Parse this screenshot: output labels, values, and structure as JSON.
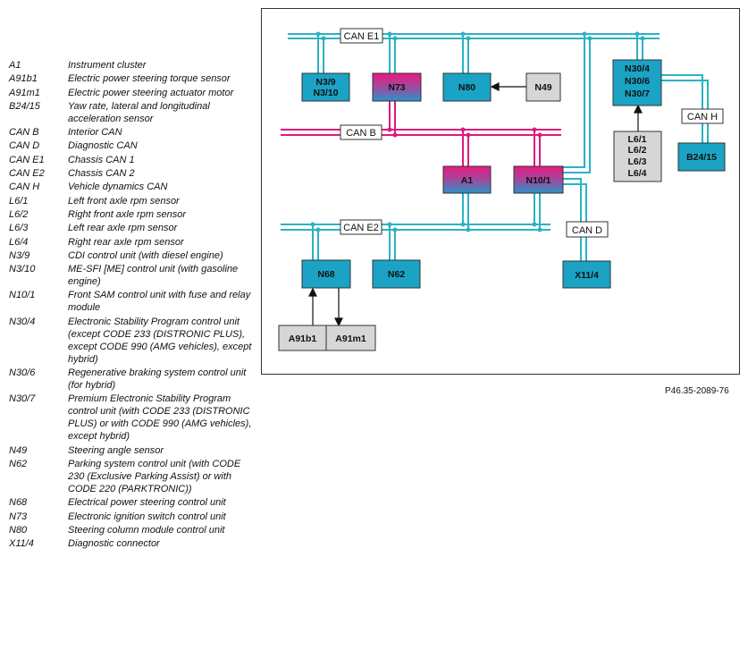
{
  "legend": [
    {
      "code": "A1",
      "desc": "Instrument cluster"
    },
    {
      "code": "A91b1",
      "desc": "Electric power steering torque sensor"
    },
    {
      "code": "A91m1",
      "desc": "Electric power steering actuator motor"
    },
    {
      "code": "B24/15",
      "desc": "Yaw rate, lateral and longitudinal acceleration sensor"
    },
    {
      "code": "CAN B",
      "desc": "Interior CAN"
    },
    {
      "code": "CAN D",
      "desc": "Diagnostic CAN"
    },
    {
      "code": "CAN E1",
      "desc": "Chassis CAN 1"
    },
    {
      "code": "CAN E2",
      "desc": "Chassis CAN 2"
    },
    {
      "code": "CAN H",
      "desc": "Vehicle dynamics CAN"
    },
    {
      "code": "L6/1",
      "desc": "Left front axle rpm sensor"
    },
    {
      "code": "L6/2",
      "desc": "Right front axle rpm sensor"
    },
    {
      "code": "L6/3",
      "desc": "Left rear axle rpm sensor"
    },
    {
      "code": "L6/4",
      "desc": "Right rear axle rpm sensor"
    },
    {
      "code": "N3/9",
      "desc": "CDI control unit (with diesel engine)"
    },
    {
      "code": "N3/10",
      "desc": "ME-SFI [ME] control unit (with gasoline engine)"
    },
    {
      "code": "N10/1",
      "desc": "Front SAM control unit with fuse and relay module"
    },
    {
      "code": "N30/4",
      "desc": "Electronic Stability Program control unit (except CODE 233 (DISTRONIC PLUS), except CODE 990 (AMG vehicles), except hybrid)"
    },
    {
      "code": "N30/6",
      "desc": "Regenerative braking system control unit (for hybrid)"
    },
    {
      "code": "N30/7",
      "desc": "Premium Electronic Stability Program control unit (with CODE 233 (DISTRONIC PLUS) or with CODE 990 (AMG vehicles), except hybrid)"
    },
    {
      "code": "N49",
      "desc": "Steering angle sensor"
    },
    {
      "code": "N62",
      "desc": "Parking system control unit (with CODE 230 (Exclusive Parking Assist) or with CODE 220 (PARKTRONIC))"
    },
    {
      "code": "N68",
      "desc": "Electrical power steering control unit"
    },
    {
      "code": "N73",
      "desc": "Electronic ignition switch control unit"
    },
    {
      "code": "N80",
      "desc": "Steering column module control unit"
    },
    {
      "code": "X11/4",
      "desc": "Diagnostic connector"
    }
  ],
  "diagram": {
    "bus_labels": {
      "can_e1": "CAN E1",
      "can_b": "CAN B",
      "can_e2": "CAN E2",
      "can_d": "CAN D",
      "can_h": "CAN H"
    },
    "boxes": {
      "n39": [
        "N3/9",
        "N3/10"
      ],
      "n73": [
        "N73"
      ],
      "n80": [
        "N80"
      ],
      "n49": [
        "N49"
      ],
      "n30": [
        "N30/4",
        "N30/6",
        "N30/7"
      ],
      "l6": [
        "L6/1",
        "L6/2",
        "L6/3",
        "L6/4"
      ],
      "b2415": [
        "B24/15"
      ],
      "a1": [
        "A1"
      ],
      "n101": [
        "N10/1"
      ],
      "n68": [
        "N68"
      ],
      "n62": [
        "N62"
      ],
      "x114": [
        "X11/4"
      ],
      "a91b1": [
        "A91b1"
      ],
      "a91m1": [
        "A91m1"
      ]
    },
    "colors": {
      "can_chassis": "#2bb2c6",
      "can_interior": "#e0197d",
      "unit_blue": "#1aa3c4",
      "sensor_gray": "#d6d6d6"
    }
  },
  "ref_code": "P46.35-2089-76"
}
